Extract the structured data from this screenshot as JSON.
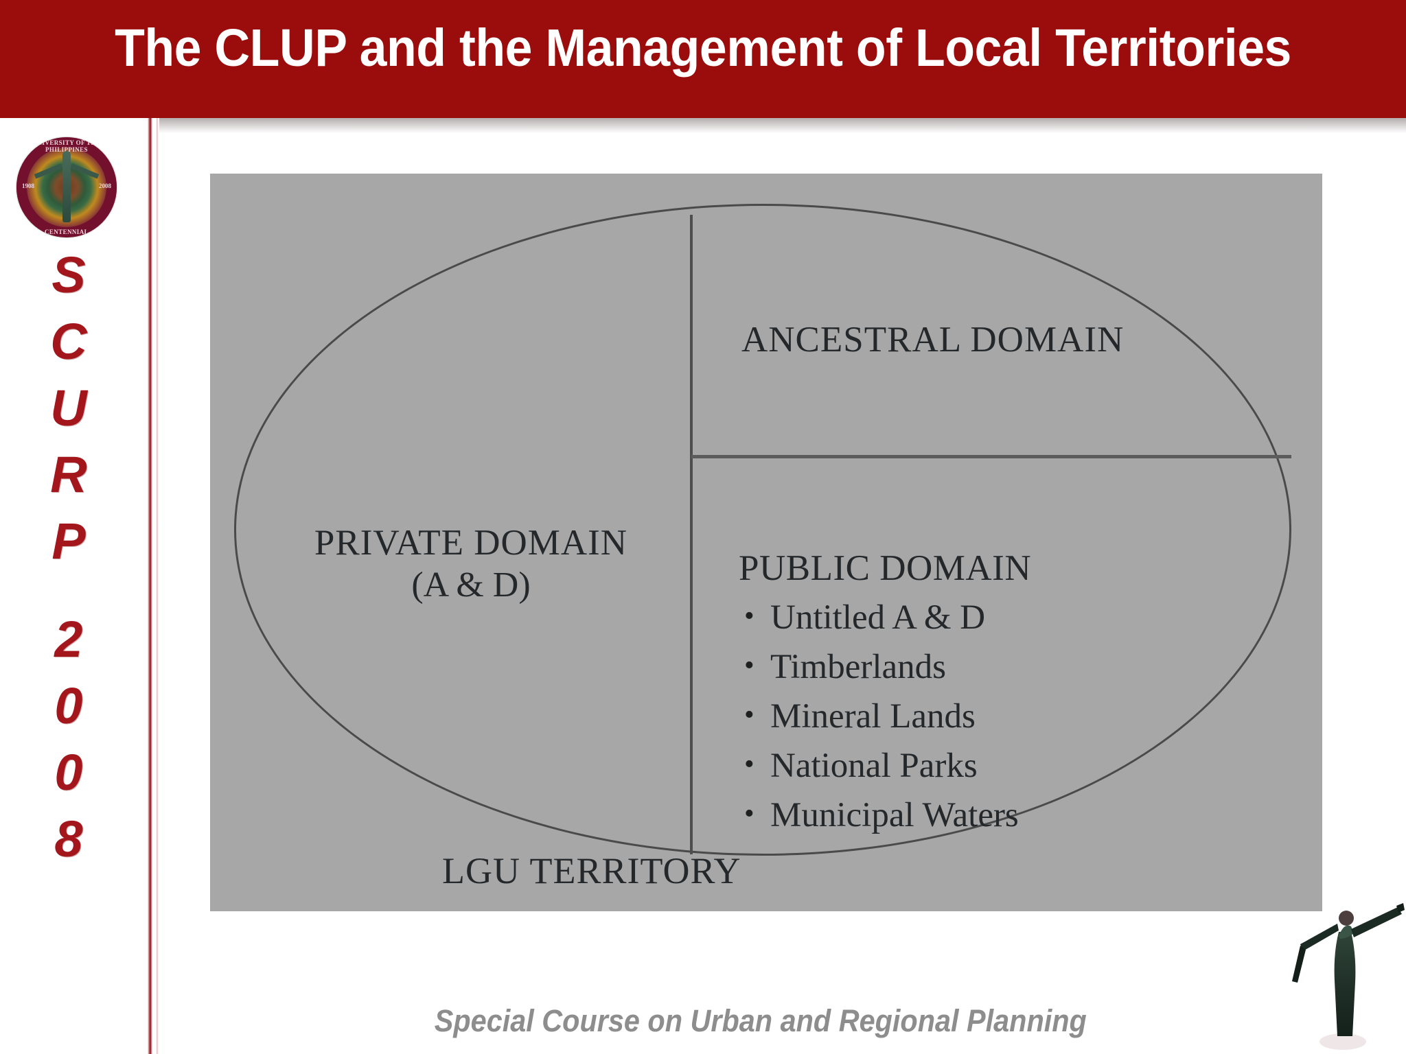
{
  "header": {
    "title": "The CLUP and the Management of Local Territories",
    "background_color": "#9b0d0d",
    "text_color": "#ffffff"
  },
  "sidebar": {
    "seal": {
      "name": "up-centennial-seal",
      "ring_text_top": "UNIVERSITY OF THE PHILIPPINES",
      "ring_text_bottom": "CENTENNIAL",
      "year_left": "1908",
      "year_right": "2008"
    },
    "vertical_text": [
      "S",
      "C",
      "U",
      "R",
      "P",
      "2",
      "0",
      "0",
      "8"
    ],
    "accent_color": "#a3171c",
    "divider_color": "#8e1420"
  },
  "diagram": {
    "panel_background": "#a7a7a7",
    "line_color": "#4a4a4a",
    "text_color": "#25282b",
    "ancestral_domain": "ANCESTRAL DOMAIN",
    "private_domain": "PRIVATE DOMAIN",
    "private_domain_sub": "(A & D)",
    "public_domain": "PUBLIC DOMAIN",
    "public_domain_items": [
      "Untitled A & D",
      "Timberlands",
      "Mineral Lands",
      "National Parks",
      "Municipal Waters"
    ],
    "lgu_territory": "LGU TERRITORY"
  },
  "footer": {
    "text": "Special Course on Urban and Regional Planning",
    "text_color": "#8d8d8d"
  },
  "oblation": {
    "name": "oblation-statue-figure"
  }
}
